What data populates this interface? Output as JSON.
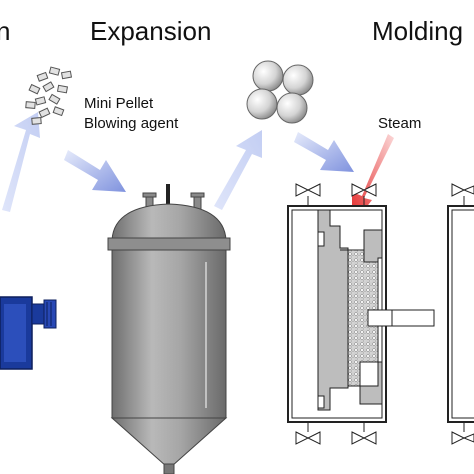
{
  "titles": {
    "left_partial": "n",
    "expansion": "Expansion",
    "molding": "Molding"
  },
  "labels": {
    "pellet_line1": "Mini Pellet",
    "pellet_line2": "Blowing agent",
    "steam": "Steam"
  },
  "colors": {
    "arrow_blue": "#8e9fe4",
    "arrow_light": "#c8d2f4",
    "steam_red": "#e52a2a",
    "vessel_gray": "#9a9a9a",
    "extruder_blue": "#1a3a9c",
    "mold_fill": "#c4c4c4"
  },
  "icons": {
    "pellets": "pellet-cluster-icon",
    "beads": "expanded-bead-icon",
    "valve": "bowtie-valve-icon"
  }
}
